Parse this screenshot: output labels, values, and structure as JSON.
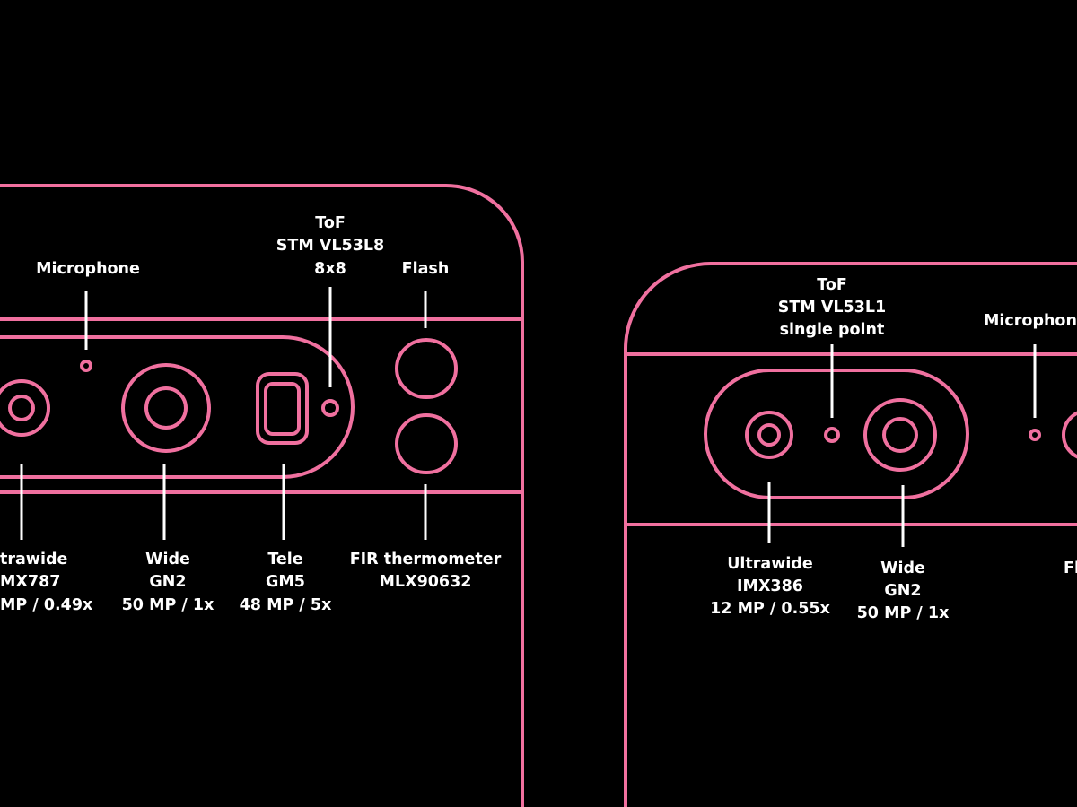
{
  "colors": {
    "background": "#000000",
    "outline": "#f0709f",
    "text": "#ffffff"
  },
  "left_phone": {
    "top_labels": {
      "microphone": "Microphone",
      "tof": [
        "ToF",
        "STM VL53L8",
        "8x8"
      ],
      "flash": "Flash"
    },
    "bottom_labels": {
      "ultrawide": [
        "trawide",
        "MX787",
        "MP / 0.49x"
      ],
      "wide": [
        "Wide",
        "GN2",
        "50 MP / 1x"
      ],
      "tele": [
        "Tele",
        "GM5",
        "48 MP / 5x"
      ],
      "fir": [
        "FIR thermometer",
        "MLX90632"
      ]
    }
  },
  "right_phone": {
    "top_labels": {
      "tof": [
        "ToF",
        "STM VL53L1",
        "single point"
      ],
      "microphone": "Microphon"
    },
    "bottom_labels": {
      "ultrawide": [
        "Ultrawide",
        "IMX386",
        "12 MP / 0.55x"
      ],
      "wide": [
        "Wide",
        "GN2",
        "50 MP / 1x"
      ],
      "flash": "Fl"
    }
  }
}
